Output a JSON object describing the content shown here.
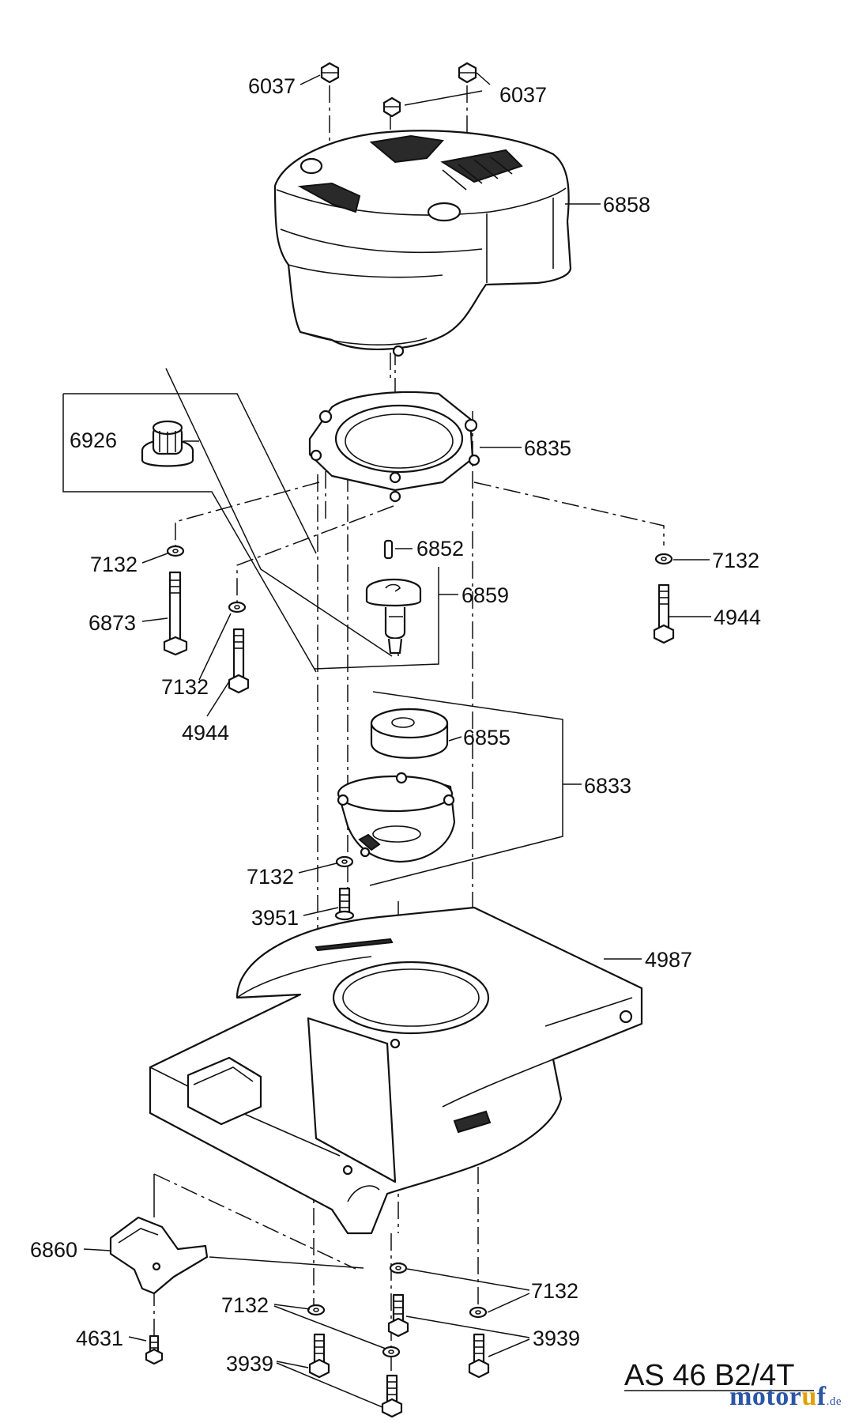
{
  "diagram": {
    "model": "AS 46 B2/4T",
    "watermark": {
      "prefix": "motor",
      "accent": "u",
      "suffix": "f",
      "tld": ".de"
    },
    "parts": [
      {
        "number": "6037"
      },
      {
        "number": "6037"
      },
      {
        "number": "6858"
      },
      {
        "number": "6926"
      },
      {
        "number": "6835"
      },
      {
        "number": "6852"
      },
      {
        "number": "7132"
      },
      {
        "number": "7132"
      },
      {
        "number": "6873"
      },
      {
        "number": "6859"
      },
      {
        "number": "4944"
      },
      {
        "number": "7132"
      },
      {
        "number": "4944"
      },
      {
        "number": "6855"
      },
      {
        "number": "6833"
      },
      {
        "number": "7132"
      },
      {
        "number": "3951"
      },
      {
        "number": "4987"
      },
      {
        "number": "6860"
      },
      {
        "number": "7132"
      },
      {
        "number": "7132"
      },
      {
        "number": "3939"
      },
      {
        "number": "4631"
      },
      {
        "number": "3939"
      }
    ]
  }
}
